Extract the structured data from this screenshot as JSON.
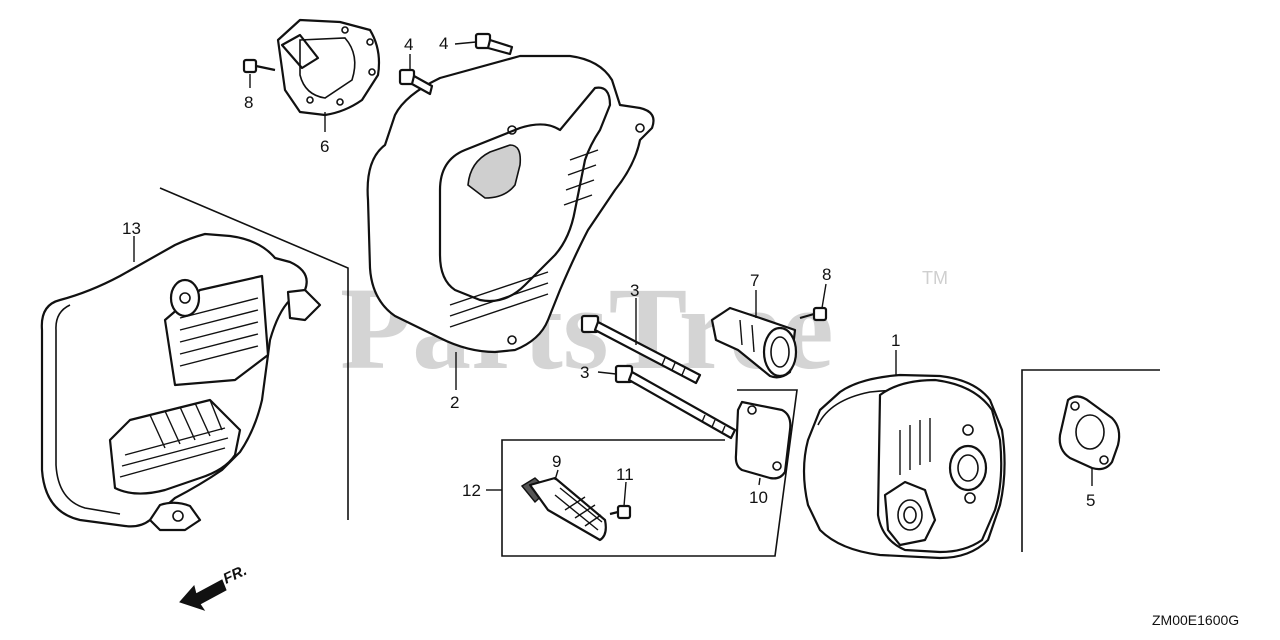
{
  "watermark": {
    "brand": "PartsTree",
    "trademark": "TM"
  },
  "direction_marker": {
    "label": "FR."
  },
  "diagram_code": "ZM00E1600G",
  "callouts": {
    "c1": "1",
    "c2": "2",
    "c3a": "3",
    "c3b": "3",
    "c4a": "4",
    "c4b": "4",
    "c5": "5",
    "c6": "6",
    "c7": "7",
    "c8a": "8",
    "c8b": "8",
    "c9": "9",
    "c10": "10",
    "c11": "11",
    "c12": "12",
    "c13": "13"
  }
}
